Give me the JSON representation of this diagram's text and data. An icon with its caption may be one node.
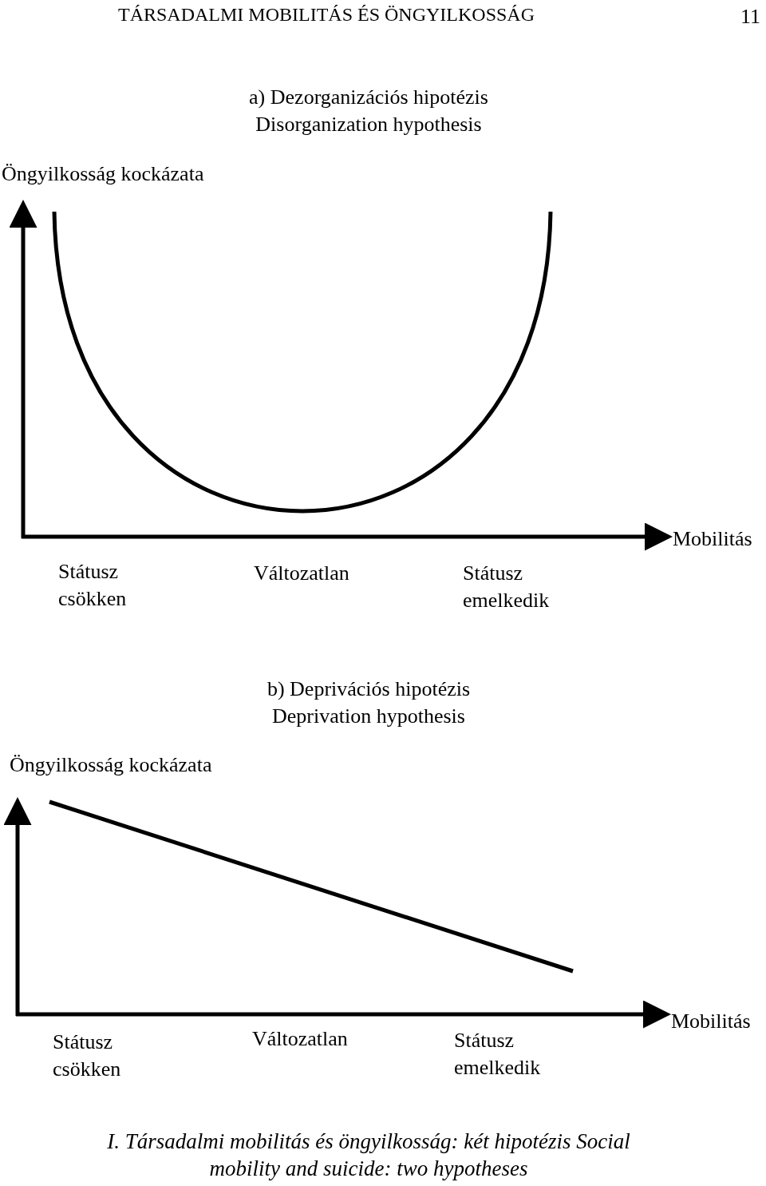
{
  "diagram": {
    "caption": "I. Társadalmi mobilitás és öngyilkosság: két hipotézis Social mobility and suicide: two hypotheses",
    "labels": [
      "TÁRSADALMI MOBILITÁS ÉS ÖNGYILKOSSÁG",
      "11",
      "a) Dezorganizációs hipotézis",
      "Disorganization hypothesis",
      "Öngyilkosság kockázata",
      "Státusz csökken",
      "Változatlan",
      "Státusz emelkedik",
      "Mobilitás",
      "b) Deprivációs hipotézis",
      "Deprivation hypothesis",
      "Öngyilkosság kockázata",
      "Státusz csökken",
      "Változatlan",
      "Státusz emelkedik",
      "Mobilitás"
    ]
  }
}
